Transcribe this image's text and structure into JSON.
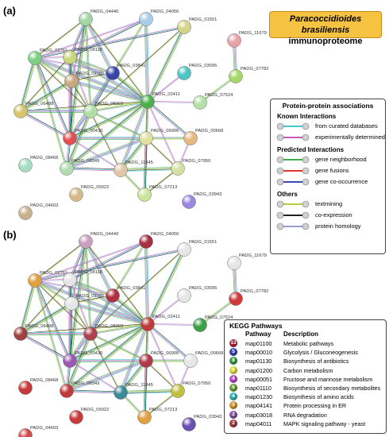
{
  "panels": {
    "a": "(a)",
    "b": "(b)"
  },
  "title": {
    "species": "Paracoccidioides brasiliensis",
    "subtitle": "immunoproteome"
  },
  "legend": {
    "title": "Protein-protein associations",
    "groups": [
      {
        "name": "Known Interactions",
        "items": [
          {
            "label": "from curated databases",
            "color": "#3fc9d3"
          },
          {
            "label": "experimentally determined",
            "color": "#c25bb6"
          }
        ]
      },
      {
        "name": "Predicted Interactions",
        "items": [
          {
            "label": "gene neighborhood",
            "color": "#3fae49"
          },
          {
            "label": "gene fusions",
            "color": "#e3342f"
          },
          {
            "label": "gene co-occurrence",
            "color": "#3a4ab0"
          }
        ]
      },
      {
        "name": "Others",
        "items": [
          {
            "label": "textmining",
            "color": "#b8cf3b"
          },
          {
            "label": "co-expression",
            "color": "#222222"
          },
          {
            "label": "protein homology",
            "color": "#9a9ad6"
          }
        ]
      }
    ]
  },
  "kegg": {
    "title": "KEGG Pathways",
    "col_pathway": "Pathway",
    "col_description": "Description",
    "rows": [
      {
        "count": "13",
        "pathway": "map01100",
        "description": "Metabolic pathways",
        "color": "#b0233b"
      },
      {
        "count": "5",
        "pathway": "map00010",
        "description": "Glycolysis / Gluconeogenesis",
        "color": "#3b48b5"
      },
      {
        "count": "8",
        "pathway": "map01130",
        "description": "Biosynthesis of antibiotics",
        "color": "#3fa14a"
      },
      {
        "count": "6",
        "pathway": "map01200",
        "description": "Carbon metabolism",
        "color": "#e6e63b"
      },
      {
        "count": "4",
        "pathway": "map00051",
        "description": "Fructose and mannose metabolism",
        "color": "#c44fd0"
      },
      {
        "count": "6",
        "pathway": "map01110",
        "description": "Biosynthesis of secondary metabolites",
        "color": "#6ea832"
      },
      {
        "count": "4",
        "pathway": "map01230",
        "description": "Biosynthesis of amino acids",
        "color": "#39bdc2"
      },
      {
        "count": "3",
        "pathway": "map04141",
        "description": "Protein processing in ER",
        "color": "#e09a35"
      },
      {
        "count": "2",
        "pathway": "map03018",
        "description": "RNA degradation",
        "color": "#8b58a8"
      },
      {
        "count": "2",
        "pathway": "map04011",
        "description": "MAPK signaling pathway - yeast",
        "color": "#a8413a"
      }
    ]
  },
  "network_a": {
    "nodes": [
      {
        "id": "PADG_04440",
        "color": "#a5d5a5"
      },
      {
        "id": "PADG_04056",
        "color": "#a9cfe8"
      },
      {
        "id": "PADG_01551",
        "color": "#d4d486"
      },
      {
        "id": "PADG_11679",
        "color": "#e8a3a9"
      },
      {
        "id": "PADG_02761",
        "color": "#7fcf86"
      },
      {
        "id": "PADG_08118",
        "color": "#c9d77a"
      },
      {
        "id": "PADG_03841",
        "color": "#3944a7"
      },
      {
        "id": "PADG_03095",
        "color": "#4fc4c4"
      },
      {
        "id": "PADG_07782",
        "color": "#a5d86a"
      },
      {
        "id": "PADG_02785",
        "color": "#c9a87f"
      },
      {
        "id": "PADG_02411",
        "color": "#4cb04c"
      },
      {
        "id": "PADG_07524",
        "color": "#b4e2a6"
      },
      {
        "id": "PADG_06488",
        "color": "#d9c46a"
      },
      {
        "id": "PADG_08369",
        "color": "#b0dfa6"
      },
      {
        "id": "PADG_00430",
        "color": "#e05050"
      },
      {
        "id": "PADG_06906",
        "color": "#e0e0a0"
      },
      {
        "id": "PADG_00668",
        "color": "#e6b77e"
      },
      {
        "id": "PADG_08468",
        "color": "#a5dcc3"
      },
      {
        "id": "PADG_08349",
        "color": "#b3dcb2"
      },
      {
        "id": "PADG_11845",
        "color": "#e0c6a6"
      },
      {
        "id": "PADG_07950",
        "color": "#d5e0a0"
      },
      {
        "id": "PADG_04603",
        "color": "#c9b08e"
      },
      {
        "id": "PADG_05922",
        "color": "#d6bb8a"
      },
      {
        "id": "PADG_07213",
        "color": "#c9e69a"
      },
      {
        "id": "PADG_03943",
        "color": "#9a88e0"
      }
    ]
  },
  "network_b": {
    "nodes": [
      {
        "id": "PADG_04440",
        "color": "#c9a0c0"
      },
      {
        "id": "PADG_04056",
        "color": "#a53040"
      },
      {
        "id": "PADG_01551",
        "color": "#e6e6e6"
      },
      {
        "id": "PADG_11679",
        "color": "#e6e6e6"
      },
      {
        "id": "PADG_02761",
        "color": "#e0a040"
      },
      {
        "id": "PADG_08118",
        "color": "#e6e6e6"
      },
      {
        "id": "PADG_03841",
        "color": "#b03040"
      },
      {
        "id": "PADG_03095",
        "color": "#e6e6e6"
      },
      {
        "id": "PADG_07782",
        "color": "#d03a3a"
      },
      {
        "id": "PADG_02785",
        "color": "#e6e6e6"
      },
      {
        "id": "PADG_02411",
        "color": "#c03a3a"
      },
      {
        "id": "PADG_07524",
        "color": "#3aa04a"
      },
      {
        "id": "PADG_06488",
        "color": "#a04040"
      },
      {
        "id": "PADG_08369",
        "color": "#b04050"
      },
      {
        "id": "PADG_00430",
        "color": "#9a58b0"
      },
      {
        "id": "PADG_06906",
        "color": "#b03a4a"
      },
      {
        "id": "PADG_00668",
        "color": "#e6e6e6"
      },
      {
        "id": "PADG_08468",
        "color": "#c83a3a"
      },
      {
        "id": "PADG_08349",
        "color": "#c03a3a"
      },
      {
        "id": "PADG_11845",
        "color": "#3a8a9a"
      },
      {
        "id": "PADG_07950",
        "color": "#c0c040"
      },
      {
        "id": "PADG_04603",
        "color": "#d04a4a"
      },
      {
        "id": "PADG_05922",
        "color": "#c83a3a"
      },
      {
        "id": "PADG_07213",
        "color": "#e0a040"
      },
      {
        "id": "PADG_03943",
        "color": "#6a50b0"
      }
    ]
  }
}
